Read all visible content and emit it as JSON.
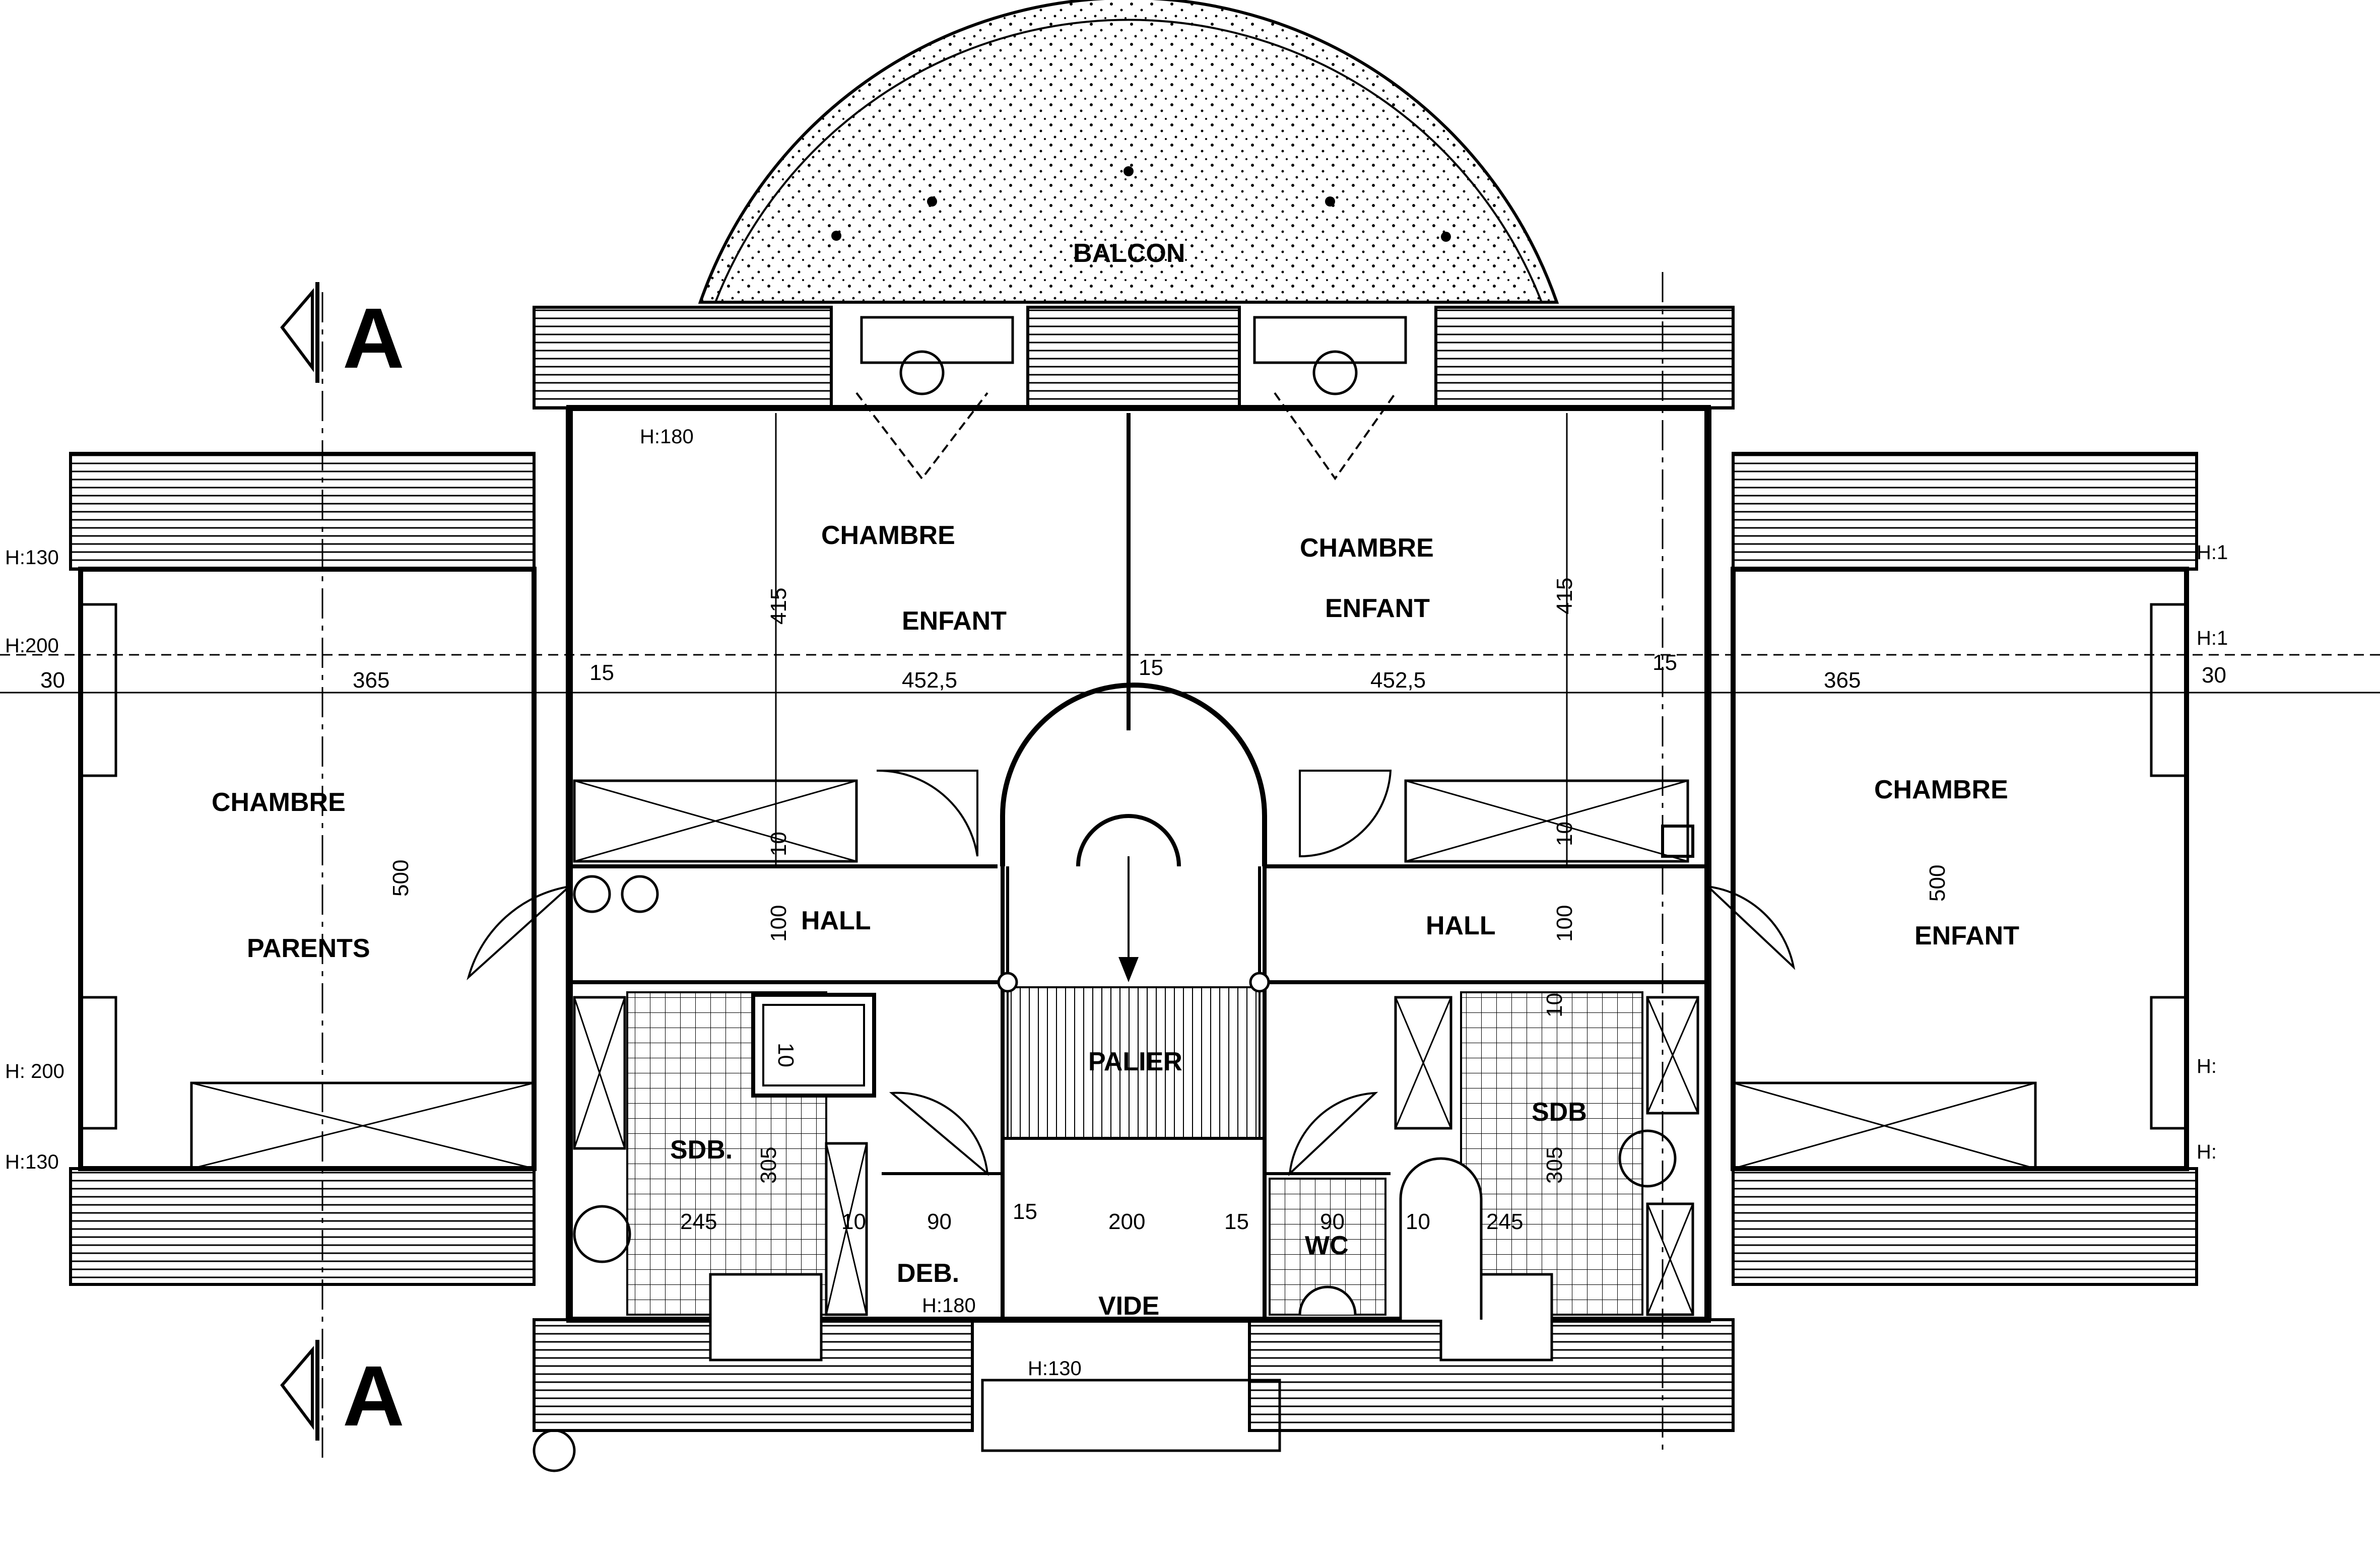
{
  "rooms": {
    "balcon": "BALCON",
    "chambre_enfant_1a": "CHAMBRE",
    "chambre_enfant_1b": "ENFANT",
    "chambre_enfant_2a": "CHAMBRE",
    "chambre_enfant_2b": "ENFANT",
    "chambre_parents_a": "CHAMBRE",
    "chambre_parents_b": "PARENTS",
    "chambre_enfant_3a": "CHAMBRE",
    "chambre_enfant_3b": "ENFANT",
    "hall_left": "HALL",
    "hall_right": "HALL",
    "palier": "PALIER",
    "sdb_left": "SDB.",
    "sdb_right": "SDB",
    "deb": "DEB.",
    "vide": "VIDE",
    "wc": "WC"
  },
  "section_marks": {
    "top": "A",
    "bottom": "A"
  },
  "heights": {
    "h180_top": "H:180",
    "h180_deb": "H:180",
    "h130_vide": "H:130",
    "l_130_top": "H:130",
    "l_200_top": "H:200",
    "l_200_bottom": "H: 200",
    "l_130_bottom": "H:130",
    "r_1": "H:1",
    "r_2": "H:1",
    "r_3": "H:",
    "r_4": "H:"
  },
  "dimensions": {
    "d30_left": "30",
    "d365_left": "365",
    "d15_a": "15",
    "d4525_left": "452,5",
    "d15_b": "15",
    "d4525_right": "452,5",
    "d15_c": "15",
    "d365_right": "365",
    "d30_right": "30",
    "d415_left": "415",
    "d415_right": "415",
    "d500_left": "500",
    "d500_right": "500",
    "d10_hall_left": "10",
    "d10_hall_right": "10",
    "d100_left": "100",
    "d100_right": "100",
    "d10_shower": "10",
    "d10_sdb_right": "10",
    "d305_left": "305",
    "d305_right": "305",
    "d245_left": "245",
    "d245_right": "245",
    "d10_deb": "10",
    "d90_deb": "90",
    "d15_vide_l": "15",
    "d200_vide": "200",
    "d15_vide_r": "15",
    "d90_wc": "90",
    "d10_wc": "10"
  }
}
